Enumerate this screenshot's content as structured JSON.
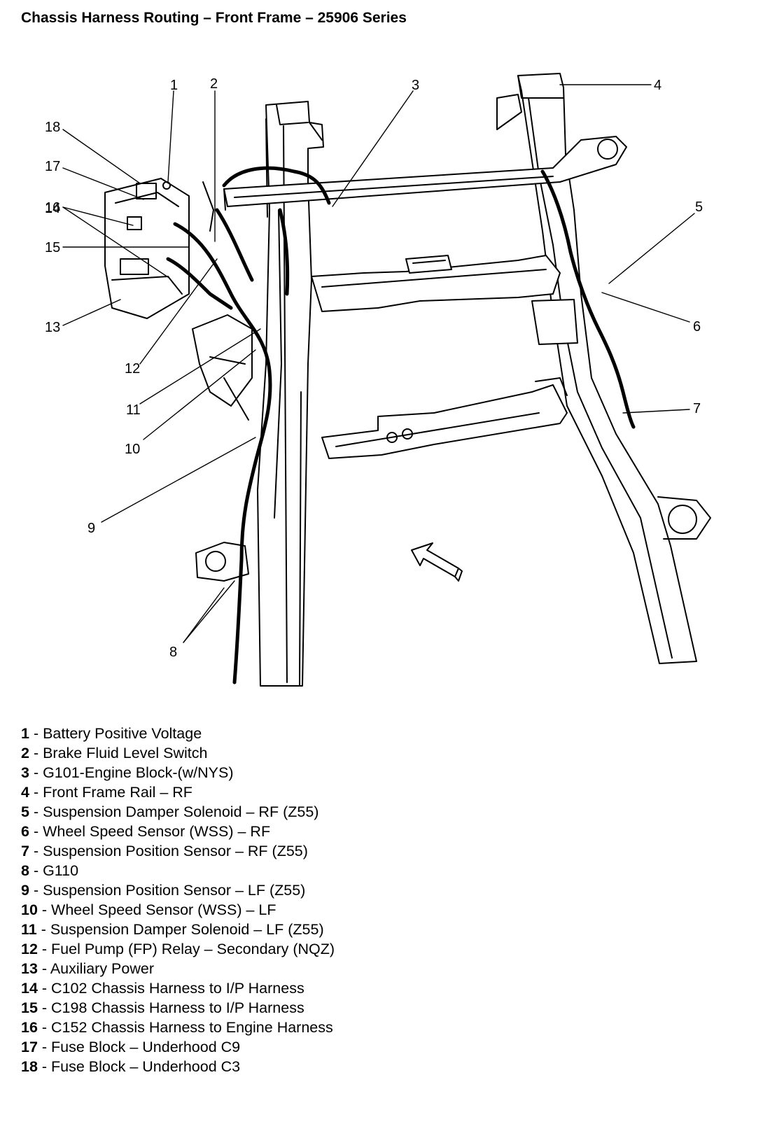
{
  "title": "Chassis Harness Routing – Front Frame – 25906 Series",
  "callouts": [
    {
      "num": "1",
      "label": "Battery Positive Voltage"
    },
    {
      "num": "2",
      "label": "Brake Fluid Level Switch"
    },
    {
      "num": "3",
      "label": "G101-Engine Block-(w/NYS)"
    },
    {
      "num": "4",
      "label": "Front Frame Rail – RF"
    },
    {
      "num": "5",
      "label": "Suspension Damper Solenoid – RF (Z55)"
    },
    {
      "num": "6",
      "label": "Wheel Speed Sensor (WSS) – RF"
    },
    {
      "num": "7",
      "label": "Suspension Position Sensor – RF (Z55)"
    },
    {
      "num": "8",
      "label": "G110"
    },
    {
      "num": "9",
      "label": "Suspension Position Sensor – LF (Z55)"
    },
    {
      "num": "10",
      "label": "Wheel Speed Sensor (WSS) – LF"
    },
    {
      "num": "11",
      "label": "Suspension Damper Solenoid – LF (Z55)"
    },
    {
      "num": "12",
      "label": "Fuel Pump (FP) Relay – Secondary (NQZ)"
    },
    {
      "num": "13",
      "label": "Auxiliary Power"
    },
    {
      "num": "14",
      "label": "C102 Chassis Harness to I/P Harness"
    },
    {
      "num": "15",
      "label": "C198 Chassis Harness to I/P Harness"
    },
    {
      "num": "16",
      "label": "C152 Chassis Harness to Engine Harness"
    },
    {
      "num": "17",
      "label": "Fuse Block – Underhood C9"
    },
    {
      "num": "18",
      "label": "Fuse Block – Underhood C3"
    }
  ]
}
